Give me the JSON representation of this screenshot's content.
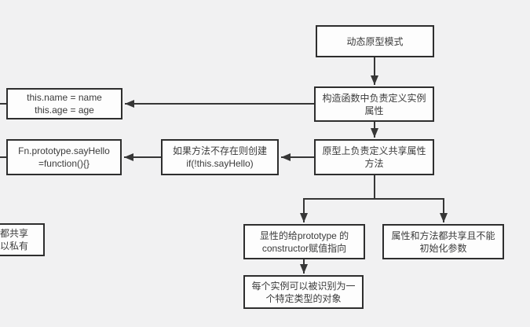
{
  "theme": {
    "bg": "#f1f1f2",
    "box_fill": "#fdfdfd",
    "border_color": "#2e2e2e",
    "line_color": "#363636",
    "text_color": "#3b3b3b"
  },
  "nodes": {
    "root": {
      "lines": [
        "动态原型模式"
      ]
    },
    "constructor_defines_instance_props": {
      "lines": [
        "构造函数中负责定义实例",
        "属性"
      ]
    },
    "instance_prop_assignments": {
      "lines": [
        "this.name = name",
        "this.age = age"
      ]
    },
    "prototype_defines_shared": {
      "lines": [
        "原型上负责定义共享属性",
        "方法"
      ]
    },
    "create_if_method_missing": {
      "lines": [
        "如果方法不存在则创建",
        "if(!this.sayHello)"
      ]
    },
    "prototype_method_definition": {
      "lines": [
        "Fn.prototype.sayHello",
        "=function(){}"
      ]
    },
    "explicit_constructor_assignment": {
      "lines": [
        "显性的给prototype 的",
        "constructor赋值指向"
      ]
    },
    "shared_cannot_init_params": {
      "lines": [
        "属性和方法都共享且不能",
        "初始化参数"
      ]
    },
    "instance_identifiable_type": {
      "lines": [
        "每个实例可以被识别为一",
        "个特定类型的对象"
      ]
    },
    "clipped_shared_private": {
      "lines": [
        "都共享",
        "以私有"
      ]
    }
  }
}
